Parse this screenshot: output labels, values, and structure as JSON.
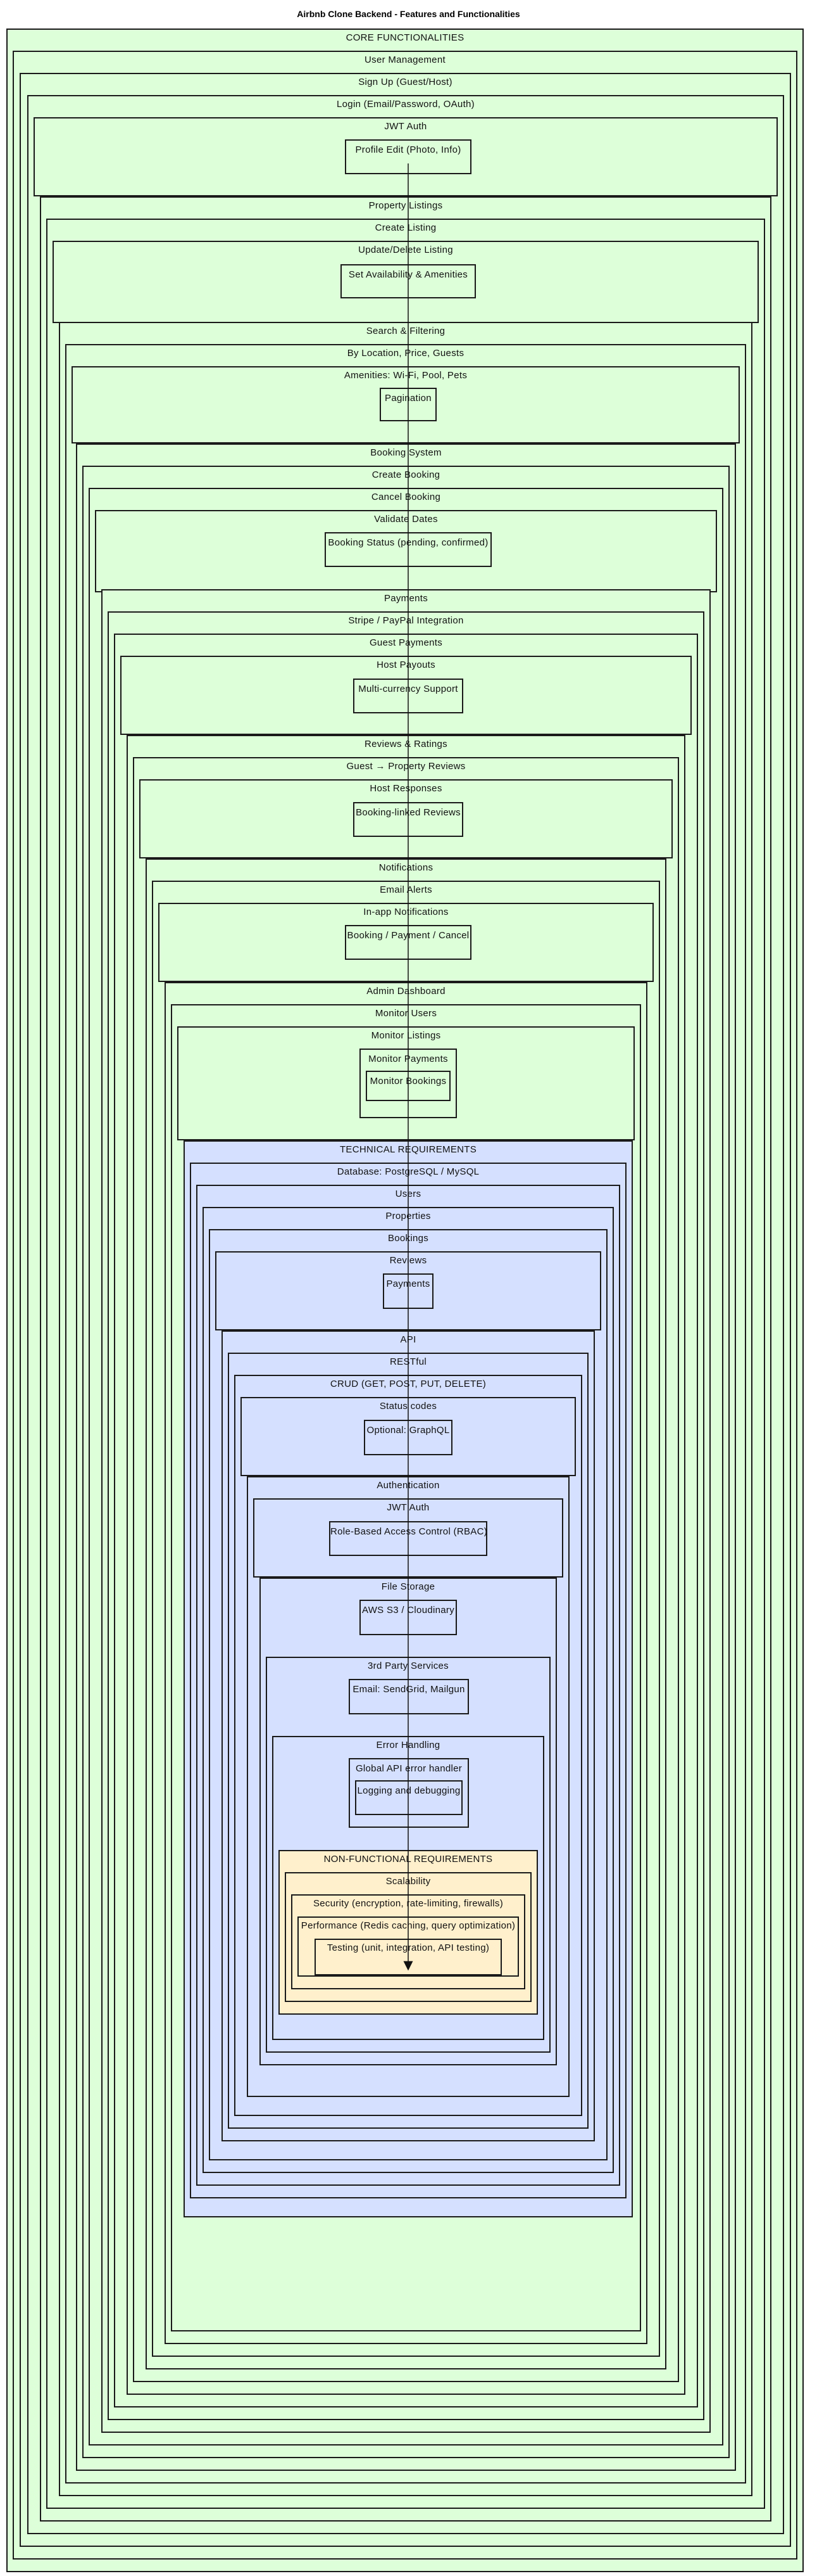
{
  "title": "Airbnb Clone Backend - Features and Functionalities",
  "colors": {
    "core": "#ddffd9",
    "technical": "#d5e0ff",
    "non_functional": "#fff0cc",
    "border": "#1a1a1a"
  },
  "sections": [
    {
      "id": "core-functionalities",
      "label": "CORE FUNCTIONALITIES",
      "group": "core"
    },
    {
      "id": "user-management",
      "label": "User Management",
      "group": "core"
    },
    {
      "id": "sign-up",
      "label": "Sign Up (Guest/Host)",
      "group": "core"
    },
    {
      "id": "login",
      "label": "Login (Email/Password, OAuth)",
      "group": "core"
    },
    {
      "id": "jwt-auth-user",
      "label": "JWT Auth",
      "group": "core"
    },
    {
      "id": "profile-edit",
      "label": "Profile Edit (Photo, Info)",
      "group": "leaf"
    },
    {
      "id": "property-listings",
      "label": "Property Listings",
      "group": "core"
    },
    {
      "id": "create-listing",
      "label": "Create Listing",
      "group": "core"
    },
    {
      "id": "update-delete-listing",
      "label": "Update/Delete Listing",
      "group": "core"
    },
    {
      "id": "set-availability",
      "label": "Set Availability & Amenities",
      "group": "leaf"
    },
    {
      "id": "search-filtering",
      "label": "Search & Filtering",
      "group": "core"
    },
    {
      "id": "by-location",
      "label": "By Location, Price, Guests",
      "group": "core"
    },
    {
      "id": "amenities-filter",
      "label": "Amenities: Wi-Fi, Pool, Pets",
      "group": "core"
    },
    {
      "id": "pagination",
      "label": "Pagination",
      "group": "leaf"
    },
    {
      "id": "booking-system",
      "label": "Booking System",
      "group": "core"
    },
    {
      "id": "create-booking",
      "label": "Create Booking",
      "group": "core"
    },
    {
      "id": "cancel-booking",
      "label": "Cancel Booking",
      "group": "core"
    },
    {
      "id": "validate-dates",
      "label": "Validate Dates",
      "group": "core"
    },
    {
      "id": "booking-status",
      "label": "Booking Status (pending, confirmed)",
      "group": "leaf"
    },
    {
      "id": "payments",
      "label": "Payments",
      "group": "core"
    },
    {
      "id": "stripe-paypal",
      "label": "Stripe / PayPal Integration",
      "group": "core"
    },
    {
      "id": "guest-payments",
      "label": "Guest Payments",
      "group": "core"
    },
    {
      "id": "host-payouts",
      "label": "Host Payouts",
      "group": "core"
    },
    {
      "id": "multi-currency",
      "label": "Multi-currency Support",
      "group": "leaf"
    },
    {
      "id": "reviews-ratings",
      "label": "Reviews & Ratings",
      "group": "core"
    },
    {
      "id": "guest-property-reviews",
      "label": "Guest → Property Reviews",
      "group": "core"
    },
    {
      "id": "host-responses",
      "label": "Host Responses",
      "group": "core"
    },
    {
      "id": "booking-linked-reviews",
      "label": "Booking-linked Reviews",
      "group": "leaf"
    },
    {
      "id": "notifications",
      "label": "Notifications",
      "group": "core"
    },
    {
      "id": "email-alerts",
      "label": "Email Alerts",
      "group": "core"
    },
    {
      "id": "in-app-notifications",
      "label": "In-app Notifications",
      "group": "core"
    },
    {
      "id": "booking-payment-cancel",
      "label": "Booking / Payment / Cancel",
      "group": "leaf"
    },
    {
      "id": "admin-dashboard",
      "label": "Admin Dashboard",
      "group": "core"
    },
    {
      "id": "monitor-users",
      "label": "Monitor Users",
      "group": "core"
    },
    {
      "id": "monitor-listings",
      "label": "Monitor Listings",
      "group": "core"
    },
    {
      "id": "monitor-payments",
      "label": "Monitor Payments",
      "group": "leaf"
    },
    {
      "id": "monitor-bookings",
      "label": "Monitor Bookings",
      "group": "leaf"
    },
    {
      "id": "technical-requirements",
      "label": "TECHNICAL REQUIREMENTS",
      "group": "tech"
    },
    {
      "id": "database",
      "label": "Database: PostgreSQL / MySQL",
      "group": "tech"
    },
    {
      "id": "db-users",
      "label": "Users",
      "group": "tech"
    },
    {
      "id": "db-properties",
      "label": "Properties",
      "group": "tech"
    },
    {
      "id": "db-bookings",
      "label": "Bookings",
      "group": "tech"
    },
    {
      "id": "db-reviews",
      "label": "Reviews",
      "group": "tech"
    },
    {
      "id": "db-payments",
      "label": "Payments",
      "group": "leaf"
    },
    {
      "id": "api",
      "label": "API",
      "group": "tech"
    },
    {
      "id": "restful",
      "label": "RESTful",
      "group": "tech"
    },
    {
      "id": "crud",
      "label": "CRUD (GET, POST, PUT, DELETE)",
      "group": "tech"
    },
    {
      "id": "status-codes",
      "label": "Status codes",
      "group": "tech"
    },
    {
      "id": "graphql",
      "label": "Optional: GraphQL",
      "group": "leaf"
    },
    {
      "id": "authentication",
      "label": "Authentication",
      "group": "tech"
    },
    {
      "id": "jwt-auth-tech",
      "label": "JWT Auth",
      "group": "tech"
    },
    {
      "id": "rbac",
      "label": "Role-Based Access Control (RBAC)",
      "group": "leaf"
    },
    {
      "id": "file-storage",
      "label": "File Storage",
      "group": "tech"
    },
    {
      "id": "aws-s3",
      "label": "AWS S3 / Cloudinary",
      "group": "leaf"
    },
    {
      "id": "third-party",
      "label": "3rd Party Services",
      "group": "tech"
    },
    {
      "id": "email-services",
      "label": "Email: SendGrid, Mailgun",
      "group": "leaf"
    },
    {
      "id": "error-handling",
      "label": "Error Handling",
      "group": "tech"
    },
    {
      "id": "global-error-handler",
      "label": "Global API error handler",
      "group": "leaf"
    },
    {
      "id": "logging",
      "label": "Logging and debugging",
      "group": "leaf"
    },
    {
      "id": "non-functional",
      "label": "NON-FUNCTIONAL REQUIREMENTS",
      "group": "nfr"
    },
    {
      "id": "scalability",
      "label": "Scalability",
      "group": "nfr"
    },
    {
      "id": "security",
      "label": "Security (encryption, rate-limiting, firewalls)",
      "group": "nfr"
    },
    {
      "id": "performance",
      "label": "Performance (Redis caching, query optimization)",
      "group": "nfr"
    },
    {
      "id": "testing",
      "label": "Testing (unit, integration, API testing)",
      "group": "nfr"
    }
  ]
}
